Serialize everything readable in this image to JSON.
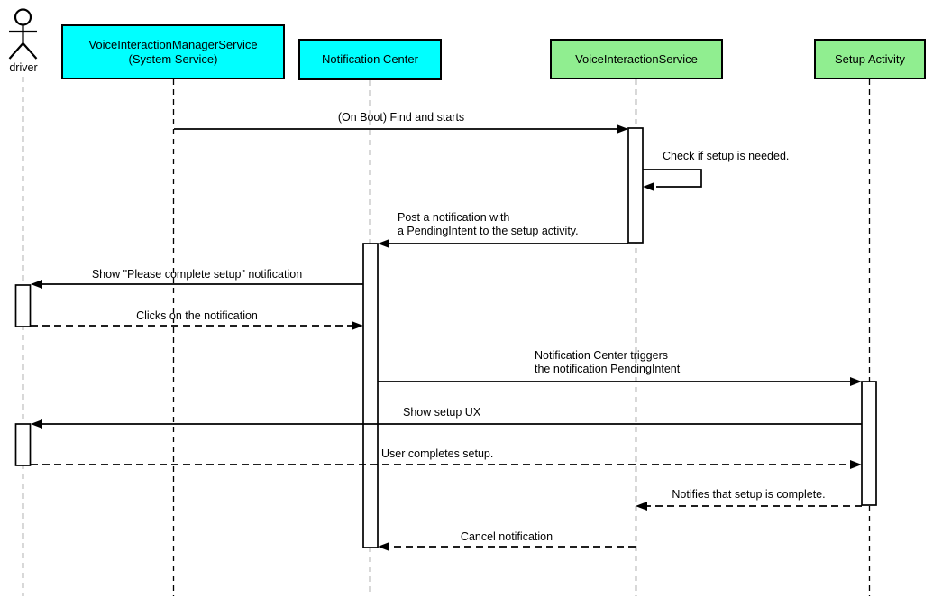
{
  "diagram_type": "uml-sequence-diagram",
  "colors": {
    "system_service_fill": "#00FFFF",
    "app_component_fill": "#90EE90",
    "line_color": "#000000",
    "background": "#FFFFFF"
  },
  "actor": {
    "label": "driver"
  },
  "participants": [
    {
      "id": "voice-interaction-manager-service",
      "label": "VoiceInteractionManagerService\n(System Service)",
      "fill": "#00FFFF"
    },
    {
      "id": "notification-center",
      "label": "Notification Center",
      "fill": "#00FFFF"
    },
    {
      "id": "voice-interaction-service",
      "label": "VoiceInteractionService",
      "fill": "#90EE90"
    },
    {
      "id": "setup-activity",
      "label": "Setup Activity",
      "fill": "#90EE90"
    }
  ],
  "messages": [
    {
      "label": "(On Boot) Find and starts",
      "from": "VoiceInteractionManagerService (System Service)",
      "to": "VoiceInteractionService",
      "style": "solid"
    },
    {
      "label": "Check if setup is needed.",
      "from": "VoiceInteractionService",
      "to": "VoiceInteractionService",
      "style": "self"
    },
    {
      "label": "Post a notification with\na PendingIntent to the setup activity.",
      "from": "VoiceInteractionService",
      "to": "Notification Center",
      "style": "solid"
    },
    {
      "label": "Show \"Please complete setup\" notification",
      "from": "Notification Center",
      "to": "driver",
      "style": "solid"
    },
    {
      "label": "Clicks on the notification",
      "from": "driver",
      "to": "Notification Center",
      "style": "dashed"
    },
    {
      "label": "Notification Center triggers\nthe notification PendingIntent",
      "from": "Notification Center",
      "to": "Setup Activity",
      "style": "solid"
    },
    {
      "label": "Show setup UX",
      "from": "Setup Activity",
      "to": "driver",
      "style": "solid"
    },
    {
      "label": "User completes setup.",
      "from": "driver",
      "to": "Setup Activity",
      "style": "dashed"
    },
    {
      "label": "Notifies that setup is complete.",
      "from": "Setup Activity",
      "to": "VoiceInteractionService",
      "style": "dashed"
    },
    {
      "label": "Cancel notification",
      "from": "VoiceInteractionService",
      "to": "Notification Center",
      "style": "dashed"
    }
  ]
}
